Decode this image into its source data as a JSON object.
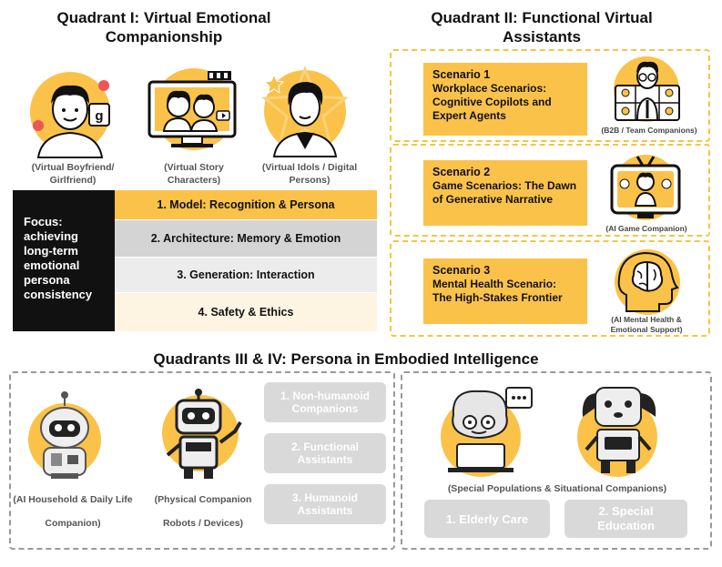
{
  "q1": {
    "title_line1": "Quadrant I: Virtual Emotional",
    "title_line2": "Companionship",
    "captions": [
      "(Virtual Boyfriend/ Girlfriend)",
      "(Virtual Story Characters)",
      "(Virtual Idols / Digital Persons)"
    ],
    "focus": "Focus: achieving long-term emotional persona consistency",
    "steps": [
      "1.    Model: Recognition & Persona",
      "2.    Architecture: Memory & Emotion",
      "3.    Generation: Interaction",
      "4.    Safety & Ethics"
    ]
  },
  "q2": {
    "title_line1": "Quadrant II: Functional Virtual",
    "title_line2": "Assistants",
    "scenarios": [
      {
        "label": "Scenario 1",
        "text": "Workplace Scenarios: Cognitive Copilots and Expert Agents",
        "caption": "(B2B / Team Companions)"
      },
      {
        "label": "Scenario 2",
        "text": "Game Scenarios: The Dawn of Generative Narrative",
        "caption": "(AI Game Companion)"
      },
      {
        "label": "Scenario 3",
        "text": "Mental Health Scenario: The High-Stakes Frontier",
        "caption": "(AI Mental Health & Emotional Support)"
      }
    ]
  },
  "q34": {
    "title": "Quadrants III & IV: Persona in Embodied Intelligence",
    "left_captions": [
      "(AI Household & Daily Life Companion)",
      "(Physical Companion Robots / Devices)"
    ],
    "left_items": [
      "1. Non-humanoid Companions",
      "2. Functional Assistants",
      "3. Humanoid Assistants"
    ],
    "right_caption": "(Special Populations & Situational Companions)",
    "right_items": [
      "1.  Elderly Care",
      "2. Special Education"
    ]
  },
  "colors": {
    "accent": "#fbc24a",
    "dark": "#111111",
    "grey_pill": "#d9d9d9"
  }
}
